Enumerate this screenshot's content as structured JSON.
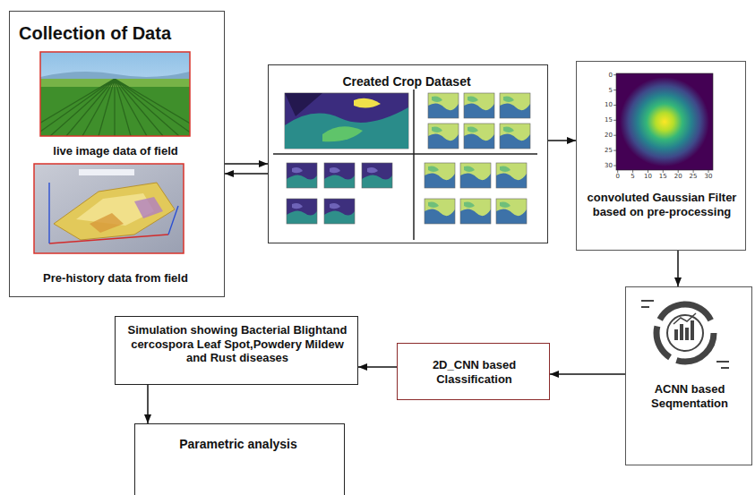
{
  "diagram": {
    "nodes": [
      {
        "text": [
          "Collection of Data",
          "live image data of field",
          "Pre-history data from field"
        ]
      },
      {
        "text": [
          "Created Crop Dataset"
        ]
      },
      {
        "text": [
          "convoluted Gaussian Filter based on pre-processing"
        ]
      },
      {
        "text": [
          "ACNN based Seqmentation"
        ]
      },
      {
        "text": [
          "2D_CNN based Classification"
        ]
      },
      {
        "text": [
          "Simulation showing Bacterial Blightand cercospora Leaf Spot,Powdery Mildew and Rust diseases"
        ]
      },
      {
        "text": [
          "Parametric analysis"
        ]
      }
    ],
    "edges": [
      {
        "from": 0,
        "to": 1,
        "arrow": "to"
      },
      {
        "from": 1,
        "to": 0,
        "arrow": "to"
      },
      {
        "from": 1,
        "to": 2,
        "arrow": "to"
      },
      {
        "from": 2,
        "to": 3,
        "arrow": "to"
      },
      {
        "from": 3,
        "to": 4,
        "arrow": "to"
      },
      {
        "from": 4,
        "to": 5,
        "arrow": "to"
      },
      {
        "from": 5,
        "to": 6,
        "arrow": "to"
      }
    ],
    "labels": [
      "0",
      "5",
      "10",
      "15",
      "20",
      "25",
      "30",
      "0",
      "5",
      "10",
      "15",
      "20",
      "25",
      "30"
    ]
  }
}
